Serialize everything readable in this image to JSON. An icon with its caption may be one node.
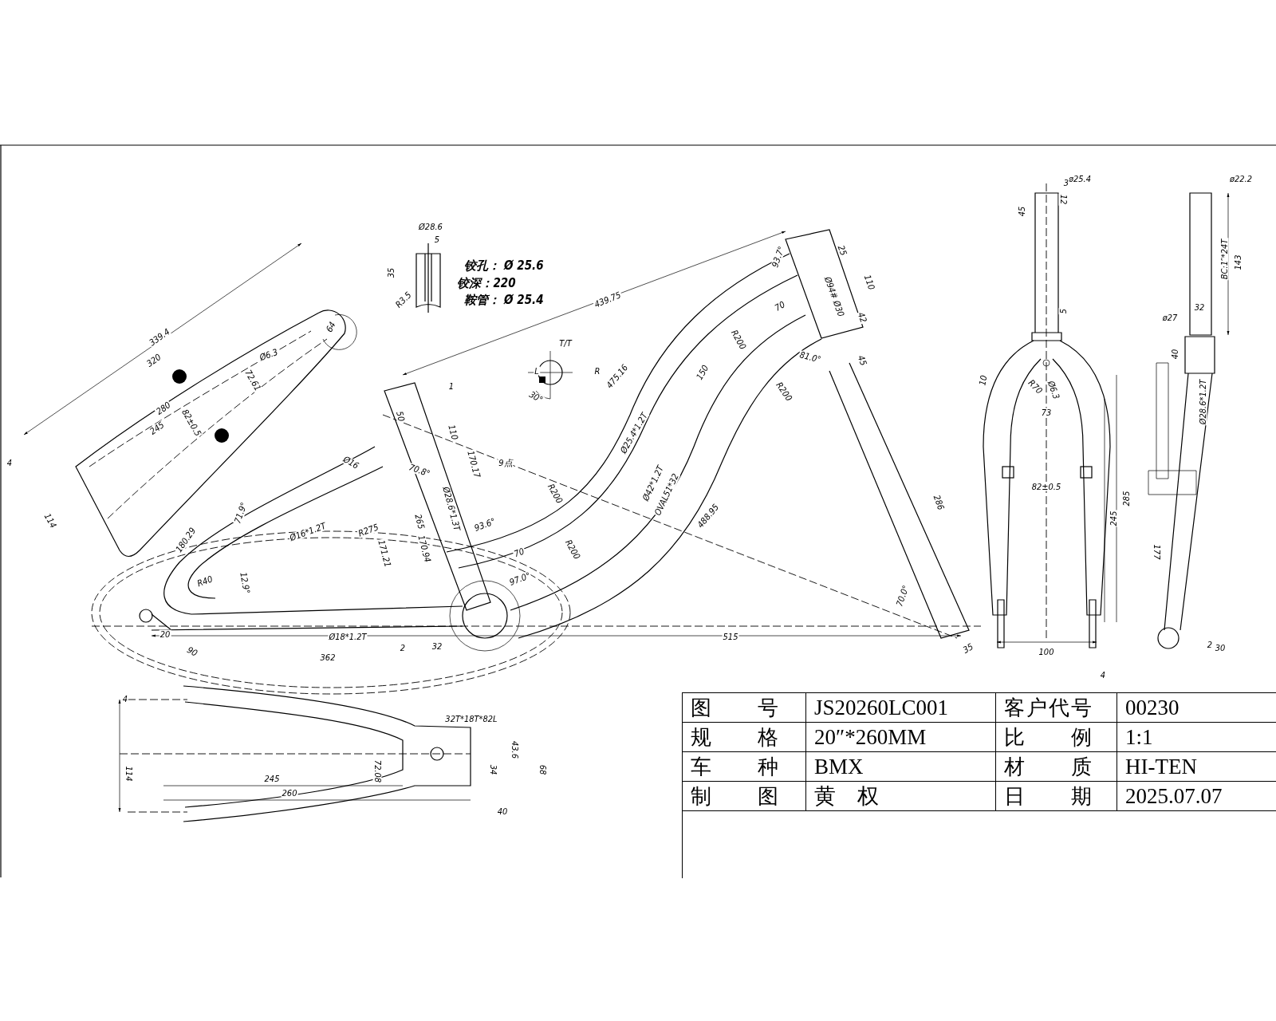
{
  "diagram": {
    "labels": [
      "Ø28.6",
      "5",
      "35",
      "R3.5",
      "铰孔： Ø 25.6",
      "铰深：220",
      "鞍管： Ø 25.4",
      "339.4",
      "320",
      "64",
      "Ø6.3",
      "72.61",
      "280",
      "82±0.5",
      "245",
      "4",
      "114",
      "Ø16",
      "71.9°",
      "180.29",
      "Ø16*1.2T",
      "R275",
      "439.75",
      "93.7°",
      "25",
      "110",
      "Ø94# Ø30",
      "70",
      "42",
      "R200",
      "T/T",
      "L",
      "R",
      "30°",
      "81.0°",
      "45",
      "475.16",
      "150",
      "1",
      "R200",
      "50",
      "Ø25.4*1.2T",
      "110",
      "9点",
      "170.17",
      "70.8°",
      "Ø42*1.2T",
      "OVAL51*32",
      "R200",
      "286",
      "Ø28.6*1.3T",
      "488.95",
      "265",
      "93.6°",
      "171.21",
      "170.94",
      "70",
      "R200",
      "R40",
      "12.9°",
      "97.0°",
      "70.0°",
      "20",
      "Ø18*1.2T",
      "515",
      "90",
      "362",
      "2",
      "32",
      "35",
      "4",
      "32T*18T*82L",
      "43.6",
      "34",
      "114",
      "72.08",
      "68",
      "245",
      "260",
      "40",
      "ø25.4",
      "3",
      "12",
      "45",
      "5",
      "10",
      "R70",
      "Ø6.3",
      "73",
      "82±0.5",
      "285",
      "245",
      "100",
      "4",
      "ø22.2",
      "BC:1″*24T",
      "143",
      "32",
      "ø27",
      "40",
      "Ø28.6*1.2T",
      "177",
      "2",
      "30",
      "图号",
      "JS20260LC001",
      "客户代号",
      "00230",
      "规格",
      "20″*260MM",
      "比例",
      "1:1",
      "车种",
      "BMX",
      "材质",
      "HI-TEN",
      "制图",
      "黄　权",
      "日期",
      "2025.07.07"
    ]
  }
}
